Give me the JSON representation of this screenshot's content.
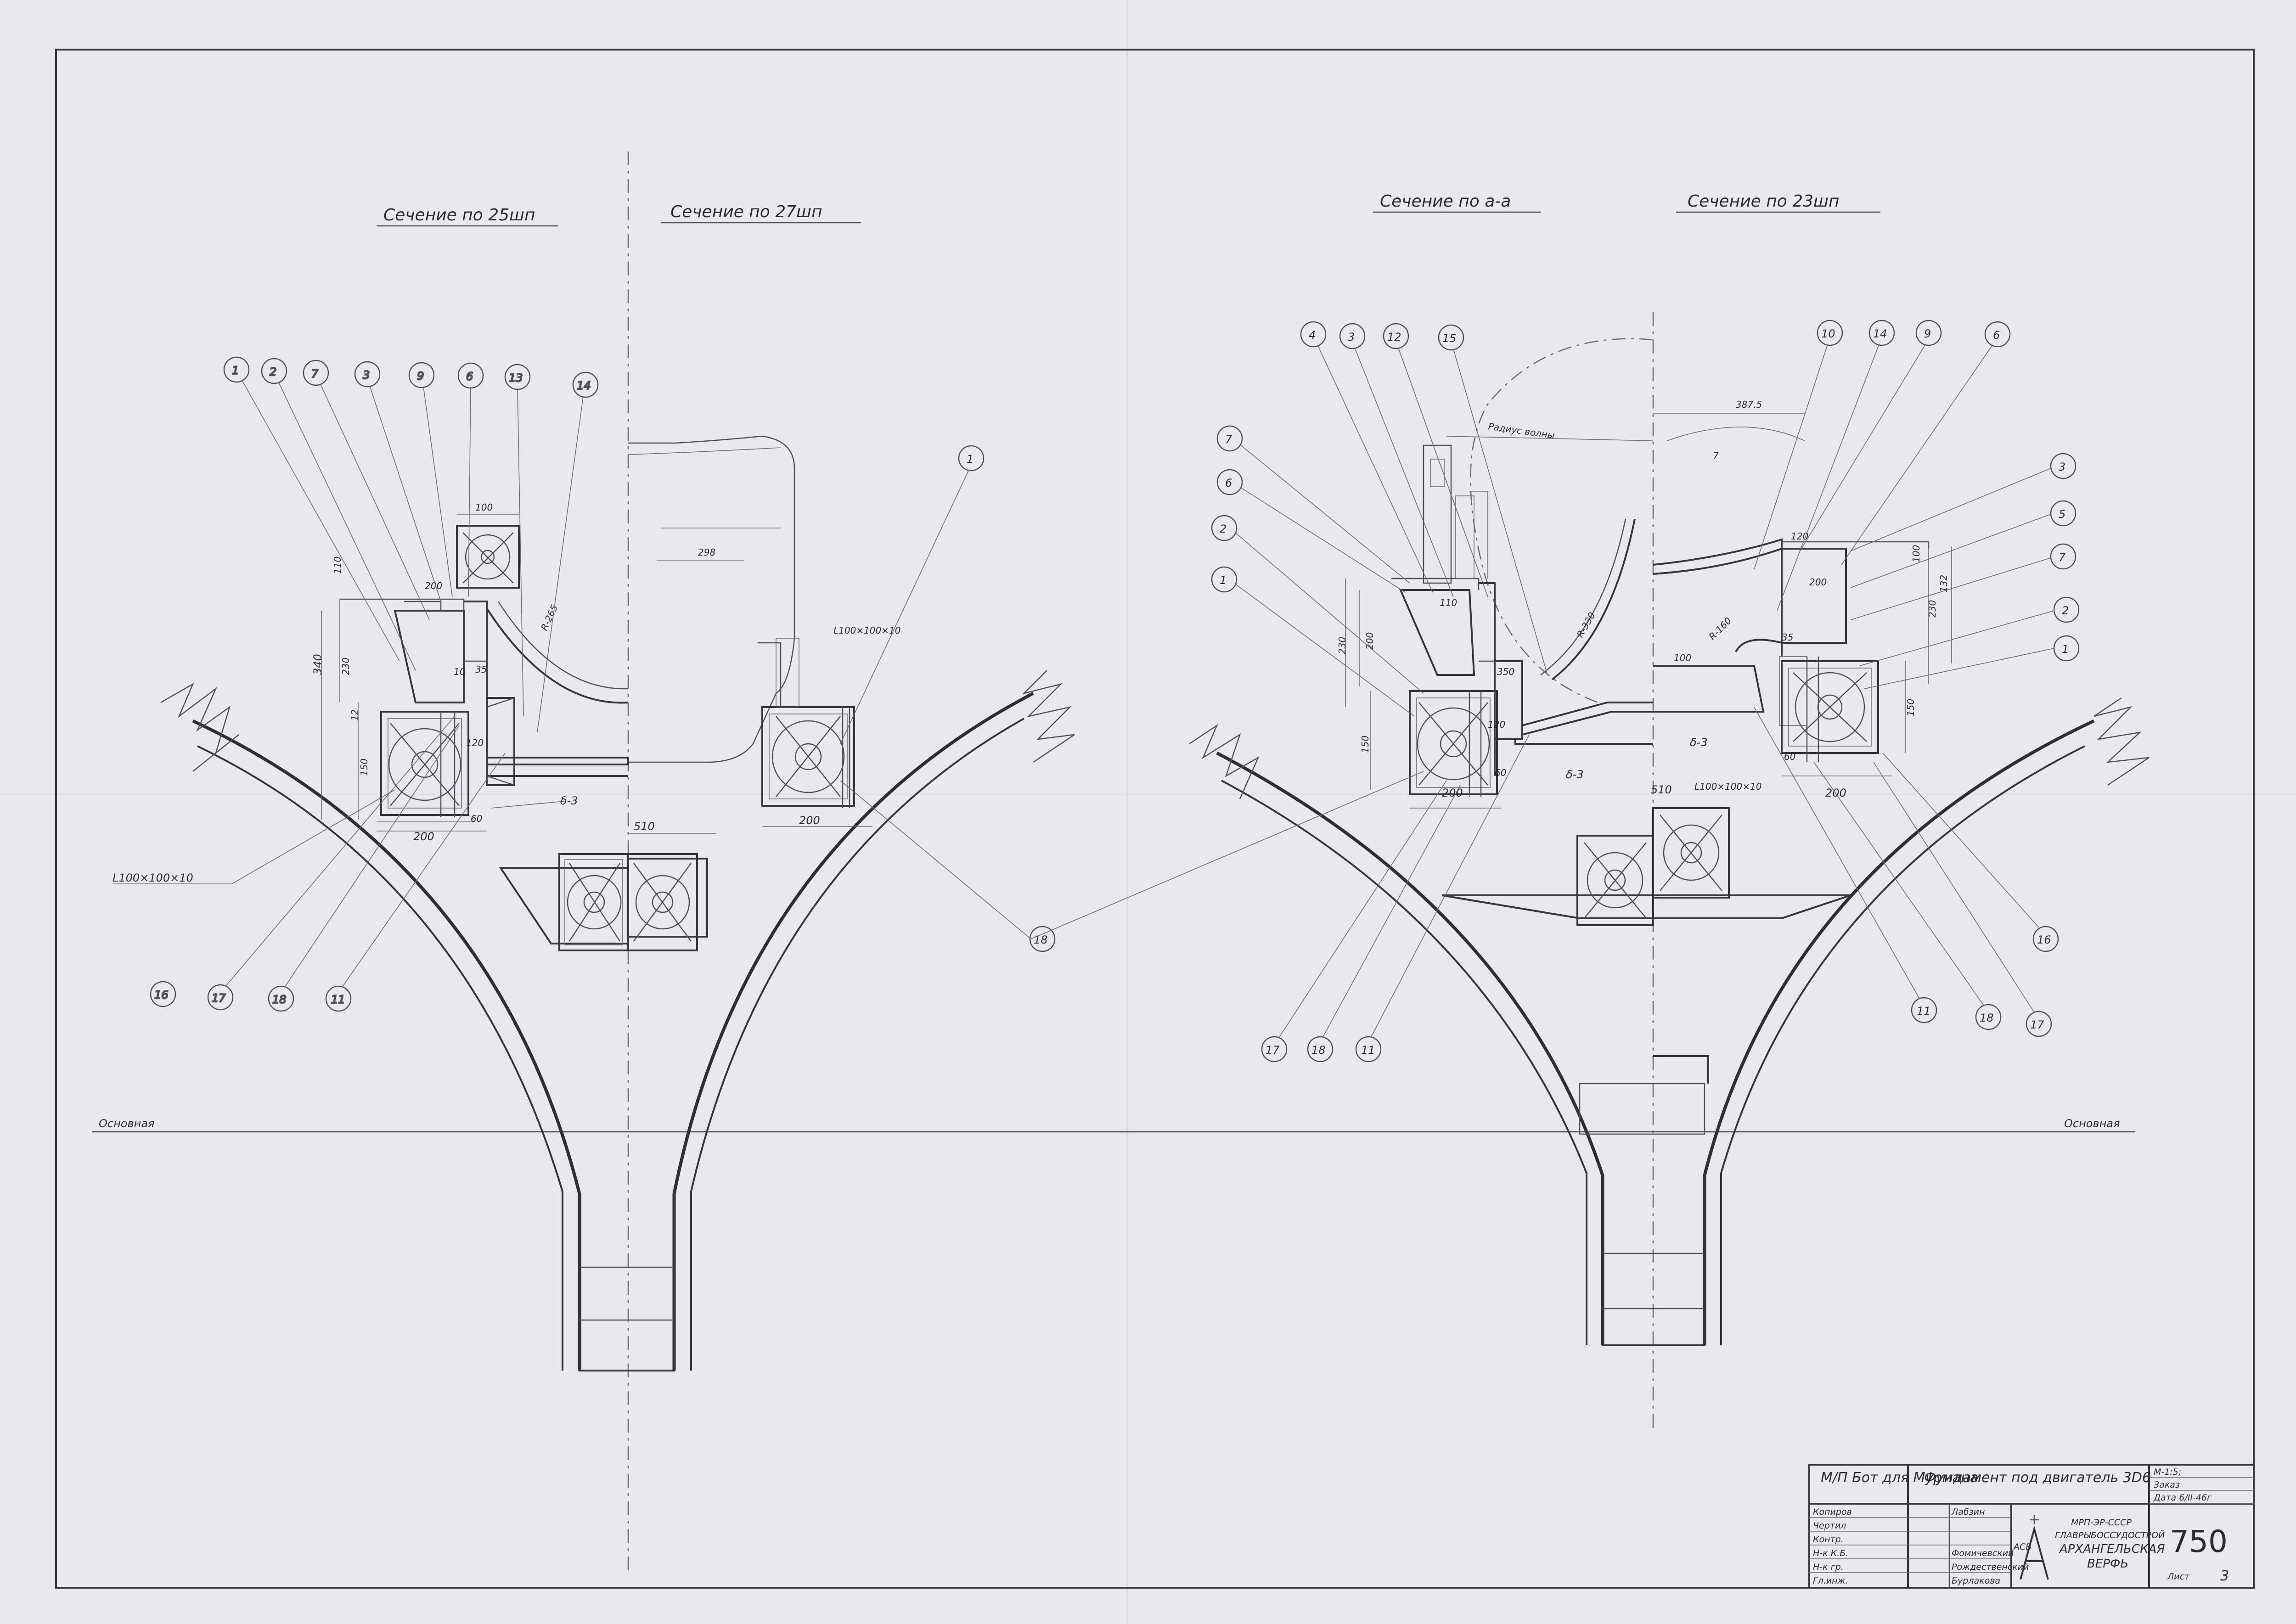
{
  "sections": [
    {
      "title": "Сечение по 25шп"
    },
    {
      "title": "Сечение по 27шп"
    },
    {
      "title": "Сечение по а-а"
    },
    {
      "title": "Сечение по 23шп"
    }
  ],
  "base_line_left": "Основная",
  "base_line_right": "Основная",
  "callouts_section_25": [
    "1",
    "2",
    "7",
    "3",
    "9",
    "6",
    "13",
    "14",
    "16",
    "17",
    "18",
    "11"
  ],
  "callouts_section_27": [
    "1",
    "18"
  ],
  "callouts_section_aa": [
    "4",
    "3",
    "12",
    "15",
    "7",
    "6",
    "2",
    "1",
    "17",
    "18",
    "11"
  ],
  "callouts_section_23": [
    "10",
    "14",
    "9",
    "6",
    "3",
    "5",
    "7",
    "2",
    "1",
    "16",
    "17",
    "18",
    "11"
  ],
  "dims_section_25": [
    "100",
    "110",
    "200",
    "340",
    "230",
    "120",
    "150",
    "10",
    "35",
    "12",
    "60",
    "200",
    "R-265",
    "δ-3",
    "L100×100×10"
  ],
  "dims_section_27": [
    "L100×100×10",
    "200",
    "510",
    "298"
  ],
  "dims_section_aa": [
    "120",
    "110",
    "230",
    "200",
    "150",
    "200",
    "60",
    "350",
    "R-330",
    "δ-3",
    "L100×100×10",
    "510",
    "Радиус волны"
  ],
  "dims_section_23": [
    "120",
    "200",
    "230",
    "150",
    "100",
    "60",
    "35",
    "R-160",
    "200",
    "δ-3",
    "132",
    "100",
    "7",
    "387.5"
  ],
  "title_block": {
    "project": "М/П Бот для Мурмана",
    "drawing_title": "Фундамент под двигатель 3D6",
    "scale": "М-1:5;",
    "order": "Заказ",
    "date": "Дата 6/II-46г",
    "roles": [
      "Копиров",
      "Чертил",
      "Контр.",
      "Н-к К.Б.",
      "Н-к гр.",
      "Гл.инж."
    ],
    "names": [
      "Лабзин",
      "Фомичевский",
      "Рождественский",
      "Бурлакова"
    ],
    "org_line1": "МРП-ЭР-СССР",
    "org_line2": "ГЛАВРЫБОССУДОСТРОЙ",
    "org_line3": "АРХАНГЕЛЬСКАЯ",
    "org_line4": "ВЕРФЬ",
    "logo_text": "АСВ",
    "sheet_number": "750",
    "sheet_label": "Лист",
    "sheet_index": "3"
  },
  "colors": {
    "paper": "#e9e8ec",
    "ink": "#35353c"
  }
}
